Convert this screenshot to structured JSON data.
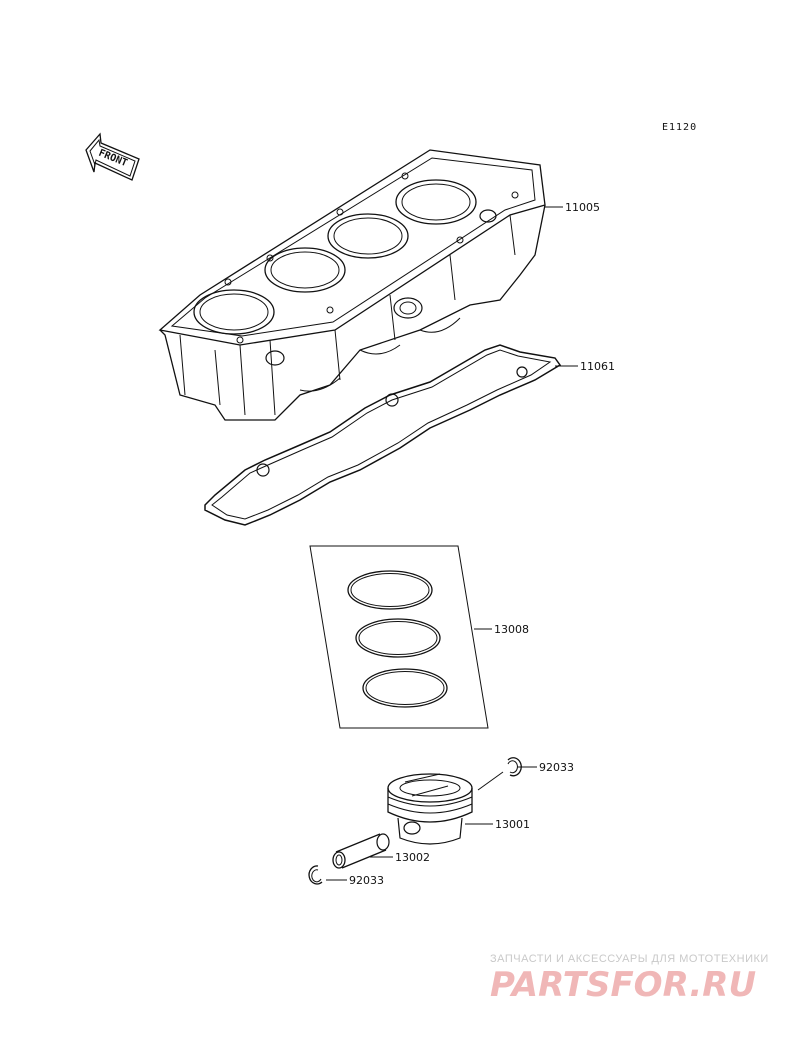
{
  "diagram": {
    "code": "E1120",
    "front_label": "FRONT",
    "parts": [
      {
        "number": "11005"
      },
      {
        "number": "11061"
      },
      {
        "number": "13008"
      },
      {
        "number": "92033"
      },
      {
        "number": "13001"
      },
      {
        "number": "13002"
      },
      {
        "number": "92033"
      }
    ]
  },
  "watermark": {
    "subtitle": "ЗАПЧАСТИ И АКСЕССУАРЫ ДЛЯ МОТОТЕХНИКИ",
    "brand": "PARTSFOR.RU",
    "color": "#f0b7b7"
  }
}
